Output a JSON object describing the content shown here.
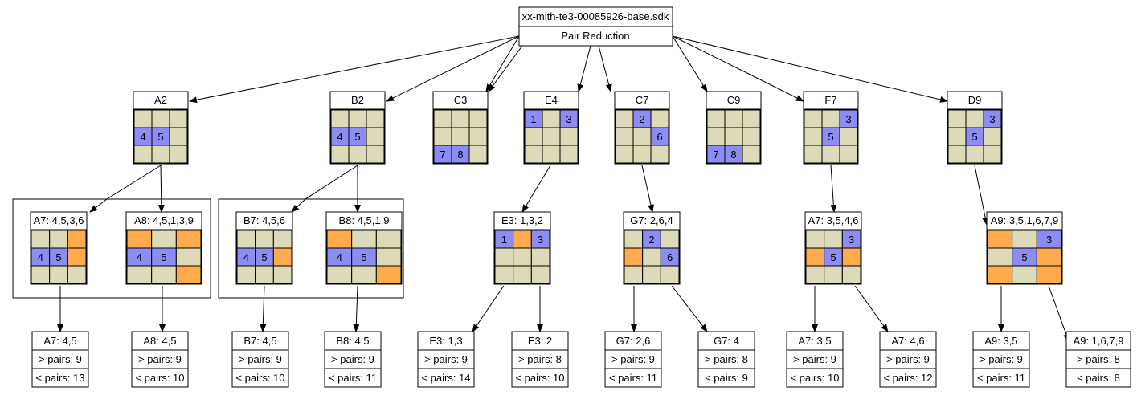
{
  "colors": {
    "empty": "#dcdab8",
    "given": "#8c8cf4",
    "candidate": "#ffaa4c",
    "border": "#000000"
  },
  "root": {
    "title": "xx-mith-te3-00085926-base.sdk",
    "subtitle": "Pair Reduction"
  },
  "level1": [
    {
      "label": "A2",
      "grid": [
        [
          "e",
          "e",
          "e"
        ],
        [
          "b:4",
          "b:5",
          "e"
        ],
        [
          "e",
          "e",
          "e"
        ]
      ]
    },
    {
      "label": "B2",
      "grid": [
        [
          "e",
          "e",
          "e"
        ],
        [
          "b:4",
          "b:5",
          "e"
        ],
        [
          "e",
          "e",
          "e"
        ]
      ]
    },
    {
      "label": "C3",
      "grid": [
        [
          "e",
          "e",
          "e"
        ],
        [
          "e",
          "e",
          "e"
        ],
        [
          "b:7",
          "b:8",
          "e"
        ]
      ]
    },
    {
      "label": "E4",
      "grid": [
        [
          "b:1",
          "e",
          "b:3"
        ],
        [
          "e",
          "e",
          "e"
        ],
        [
          "e",
          "e",
          "e"
        ]
      ]
    },
    {
      "label": "C7",
      "grid": [
        [
          "e",
          "b:2",
          "e"
        ],
        [
          "e",
          "e",
          "b:6"
        ],
        [
          "e",
          "e",
          "e"
        ]
      ]
    },
    {
      "label": "C9",
      "grid": [
        [
          "e",
          "e",
          "e"
        ],
        [
          "e",
          "e",
          "e"
        ],
        [
          "b:7",
          "b:8",
          "e"
        ]
      ]
    },
    {
      "label": "F7",
      "grid": [
        [
          "e",
          "e",
          "b:3"
        ],
        [
          "e",
          "b:5",
          "e"
        ],
        [
          "e",
          "e",
          "e"
        ]
      ]
    },
    {
      "label": "D9",
      "grid": [
        [
          "e",
          "e",
          "b:3"
        ],
        [
          "e",
          "b:5",
          "e"
        ],
        [
          "e",
          "e",
          "e"
        ]
      ]
    }
  ],
  "level2": [
    {
      "label": "A7: 4,5,3,6",
      "grid": [
        [
          "e",
          "e",
          "o"
        ],
        [
          "b:4",
          "b:5",
          "o"
        ],
        [
          "e",
          "e",
          "e"
        ]
      ]
    },
    {
      "label": "A8: 4,5,1,3,9",
      "grid": [
        [
          "o",
          "e",
          "o"
        ],
        [
          "b:4",
          "b:5",
          "e"
        ],
        [
          "e",
          "e",
          "o"
        ]
      ]
    },
    {
      "label": "B7: 4,5,6",
      "grid": [
        [
          "e",
          "e",
          "e"
        ],
        [
          "b:4",
          "b:5",
          "o"
        ],
        [
          "e",
          "e",
          "e"
        ]
      ]
    },
    {
      "label": "B8: 4,5,1,9",
      "grid": [
        [
          "o",
          "e",
          "e"
        ],
        [
          "b:4",
          "b:5",
          "e"
        ],
        [
          "e",
          "e",
          "o"
        ]
      ]
    },
    {
      "label": "E3: 1,3,2",
      "grid": [
        [
          "b:1",
          "o",
          "b:3"
        ],
        [
          "e",
          "e",
          "e"
        ],
        [
          "e",
          "e",
          "e"
        ]
      ]
    },
    {
      "label": "G7: 2,6,4",
      "grid": [
        [
          "e",
          "b:2",
          "e"
        ],
        [
          "o",
          "e",
          "b:6"
        ],
        [
          "e",
          "e",
          "e"
        ]
      ]
    },
    {
      "label": "A7: 3,5,4,6",
      "grid": [
        [
          "e",
          "e",
          "b:3"
        ],
        [
          "o",
          "b:5",
          "o"
        ],
        [
          "e",
          "e",
          "e"
        ]
      ]
    },
    {
      "label": "A9: 3,5,1,6,7,9",
      "grid": [
        [
          "o",
          "e",
          "b:3"
        ],
        [
          "e",
          "b:5",
          "o"
        ],
        [
          "o",
          "e",
          "o"
        ]
      ]
    }
  ],
  "level3": [
    {
      "label": "A7: 4,5",
      "more": "> pairs: 9",
      "less": "< pairs: 13"
    },
    {
      "label": "A8: 4,5",
      "more": "> pairs: 9",
      "less": "< pairs: 10"
    },
    {
      "label": "B7: 4,5",
      "more": "> pairs: 9",
      "less": "< pairs: 10"
    },
    {
      "label": "B8: 4,5",
      "more": "> pairs: 9",
      "less": "< pairs: 11"
    },
    {
      "label": "E3: 1,3",
      "more": "> pairs: 9",
      "less": "< pairs: 14"
    },
    {
      "label": "E3: 2",
      "more": "> pairs: 8",
      "less": "< pairs: 10"
    },
    {
      "label": "G7: 2,6",
      "more": "> pairs: 9",
      "less": "< pairs: 11"
    },
    {
      "label": "G7: 4",
      "more": "> pairs: 8",
      "less": "< pairs: 9"
    },
    {
      "label": "A7: 3,5",
      "more": "> pairs: 9",
      "less": "< pairs: 10"
    },
    {
      "label": "A7: 4,6",
      "more": "> pairs: 9",
      "less": "< pairs: 12"
    },
    {
      "label": "A9: 3,5",
      "more": "> pairs: 9",
      "less": "< pairs: 11"
    },
    {
      "label": "A9: 1,6,7,9",
      "more": "> pairs: 8",
      "less": "< pairs: 8"
    }
  ]
}
